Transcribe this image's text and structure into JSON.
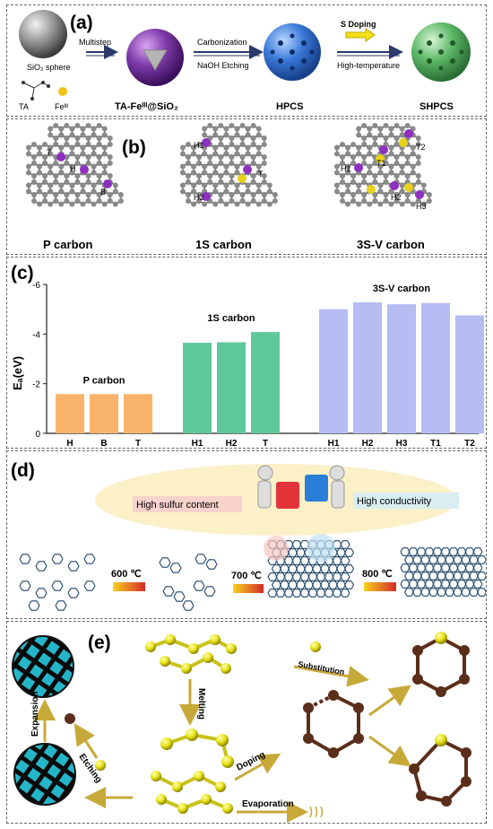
{
  "panels": {
    "a": {
      "letter": "(a)",
      "labels": {
        "sio2": "SiO₂ sphere",
        "ta": "TA",
        "fe": "Feᴵᴵᴵ",
        "step1": "Multistep",
        "carbonization": "Carbonization",
        "naoh": "NaOH Etching",
        "sdoping": "S Doping",
        "hightemp": "High-temperature",
        "precursor": "TA-Feᴵᴵᴵ@SiO₂",
        "hpcs": "HPCS",
        "shpcs": "SHPCS"
      },
      "colors": {
        "silica": "#9a9a9a",
        "precursor": "#7d3aa8",
        "hpcs": "#3a78d8",
        "shpcs": "#5db867",
        "fe": "#f2c21a"
      }
    },
    "b": {
      "letter": "(b)",
      "structures": [
        {
          "name": "P carbon",
          "sites": [
            "T",
            "H",
            "B"
          ]
        },
        {
          "name": "1S carbon",
          "sites": [
            "H1",
            "H2",
            "T"
          ]
        },
        {
          "name": "3S-V carbon",
          "sites": [
            "T2",
            "H1",
            "T1",
            "H2",
            "H3"
          ]
        }
      ],
      "colors": {
        "carbon": "#7c7c7c",
        "sulfur": "#e8d21c",
        "adsorbate": "#8d2fc0"
      }
    },
    "c": {
      "letter": "(c)"
    },
    "d": {
      "letter": "(d)",
      "labels": {
        "high_sulfur": "High sulfur content",
        "high_conductivity": "High conductivity",
        "t600": "600 ℃",
        "t700": "700 ℃",
        "t800": "800 ℃"
      }
    },
    "e": {
      "letter": "(e)",
      "labels": {
        "melting": "Melting",
        "substitution": "Substitution",
        "doping": "Doping",
        "etching": "Etching",
        "expansion": "Expansion",
        "evaporation": "Evaporation"
      },
      "colors": {
        "sulfur": "#e9e21a",
        "carbon_bond": "#5a2e1a",
        "pore": "#25b5c8"
      }
    }
  },
  "chart_data": {
    "type": "bar",
    "ylabel": "Eₐ(eV)",
    "ylim": [
      0,
      -6
    ],
    "yticks": [
      "0",
      "-2",
      "-4",
      "-6"
    ],
    "groups": [
      {
        "name": "P carbon",
        "color": "#f9b36b",
        "categories": [
          "H",
          "B",
          "T"
        ],
        "values": [
          -1.58,
          -1.58,
          -1.58
        ]
      },
      {
        "name": "1S carbon",
        "color": "#5fc89a",
        "categories": [
          "H1",
          "H2",
          "T"
        ],
        "values": [
          -3.65,
          -3.67,
          -4.08
        ]
      },
      {
        "name": "3S-V carbon",
        "color": "#b5bdf3",
        "categories": [
          "H1",
          "H2",
          "H3",
          "T1",
          "T2"
        ],
        "values": [
          -5.0,
          -5.28,
          -5.2,
          -5.25,
          -4.75
        ]
      }
    ]
  }
}
